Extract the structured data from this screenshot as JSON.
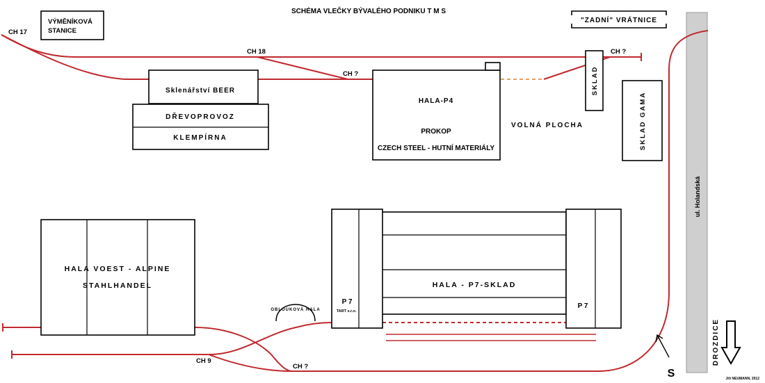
{
  "title": "SCHÉMA VLEČKY BÝVALÉHO PODNIKU   T M S",
  "labels": {
    "vymenikova_line1": "VÝMĚNÍKOVÁ",
    "vymenikova_line2": "STANICE",
    "zadni_vratnice": "\"ZADNÍ\" VRÁTNICE",
    "sklenarstvi": "Sklenářství BEER",
    "drevoprovoz": "DŘEVOPROVOZ",
    "klempirna": "KLEMPÍRNA",
    "hala_p4": "HALA-P4",
    "prokop": "PROKOP",
    "czech_steel": "CZECH STEEL - HUTNÍ MATERIÁLY",
    "volna_plocha": "VOLNÁ PLOCHA",
    "sklad": "SKLAD",
    "sklad_gama": "SKLAD GAMA",
    "ulice": "ul. Holandská",
    "hala_voest_line1": "HALA VOEST - ALPINE",
    "hala_voest_line2": "STAHLHANDEL",
    "obloukova_hala": "OBLOUKOVÁ HALA",
    "p7_left": "P 7",
    "tart": "TART s.r.o.",
    "hala_p7": "HALA - P7-SKLAD",
    "p7_right": "P 7",
    "drozdice": "DROZDICE",
    "north": "S",
    "author": "Jiří NEUMANN, 2012"
  },
  "tracks": {
    "ch17": "CH 17",
    "ch18": "CH 18",
    "ch_q1": "CH ?",
    "ch_q2": "CH ?",
    "ch9": "CH 9",
    "ch_q3": "CH ?"
  },
  "colors": {
    "rail": "#c0282d",
    "rail_dashed_orange": "#e8a060",
    "building_outline": "#000000",
    "road": "#cfcfcf"
  }
}
